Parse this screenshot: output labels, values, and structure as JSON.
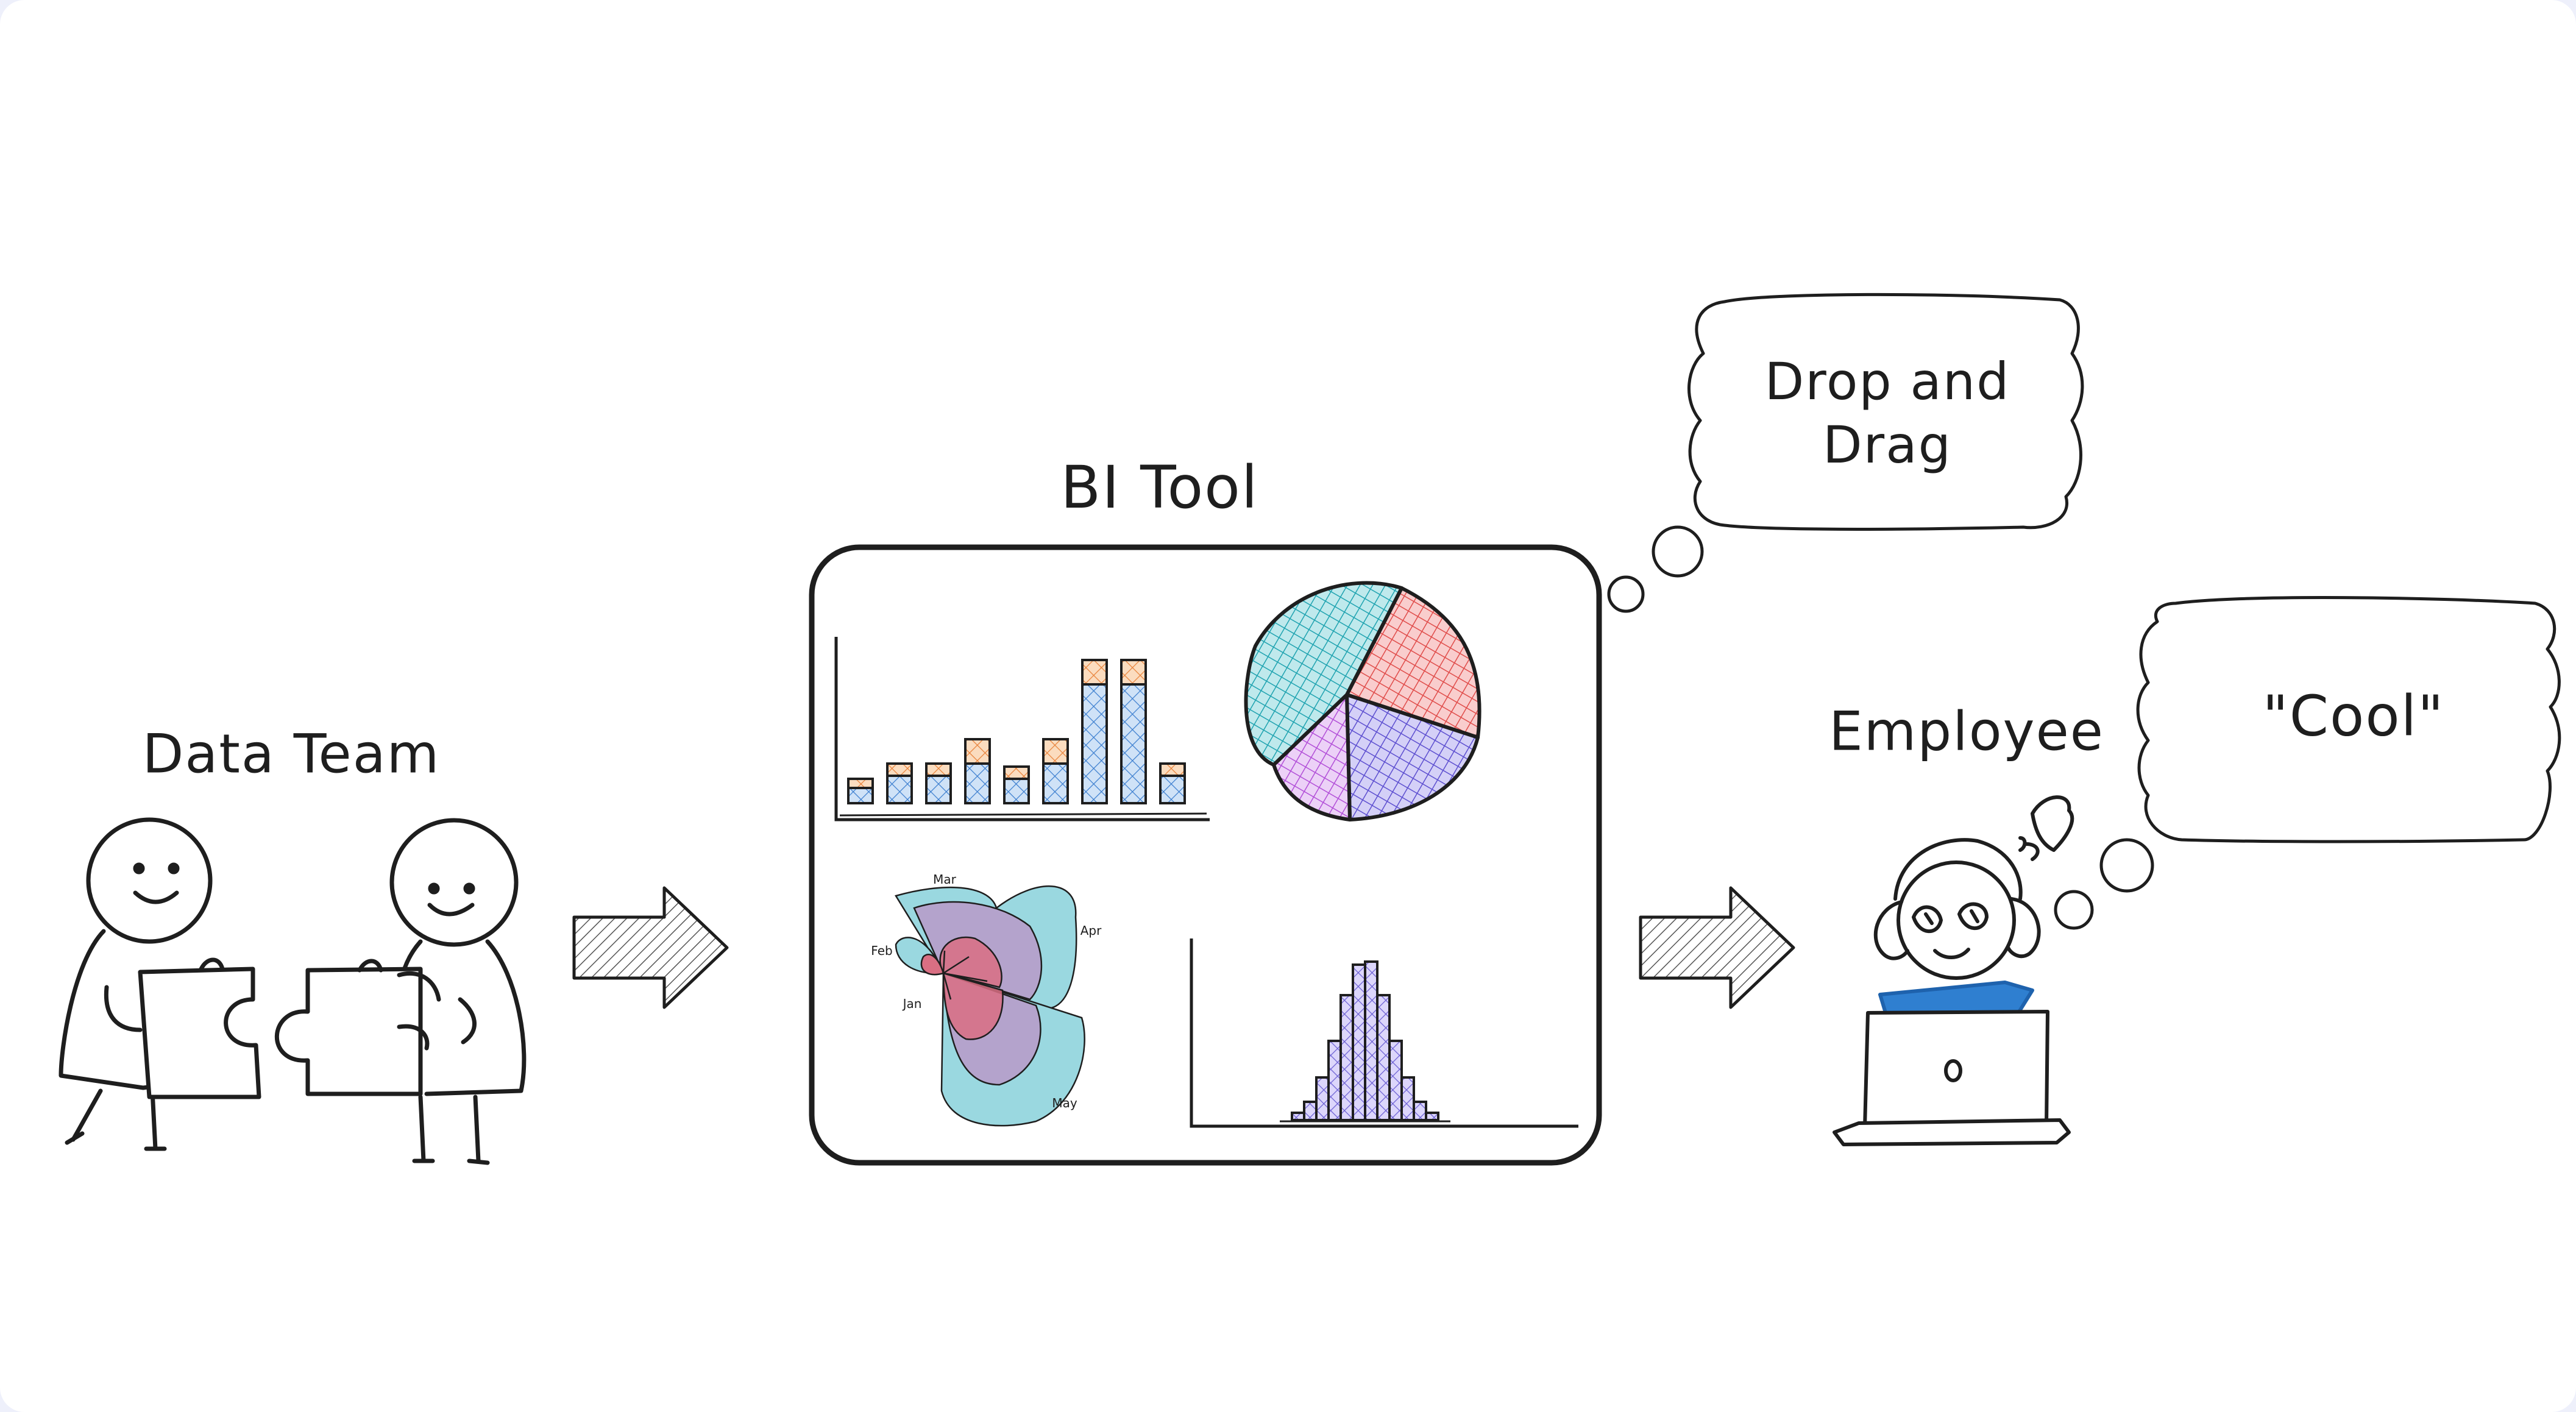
{
  "diagram": {
    "nodes": {
      "data_team": {
        "label": "Data Team"
      },
      "bi_tool": {
        "label": "BI Tool"
      },
      "employee": {
        "label": "Employee"
      }
    },
    "thoughts": {
      "bi_tool": "Drop and\nDrag",
      "employee": "\"Cool\""
    },
    "edges": [
      {
        "from": "data_team",
        "to": "bi_tool"
      },
      {
        "from": "bi_tool",
        "to": "employee"
      }
    ]
  },
  "mini_charts": {
    "radial_labels": [
      "Mar",
      "Feb",
      "Jan",
      "Apr",
      "May"
    ]
  },
  "colors": {
    "ink": "#1e1e1e",
    "blue_fill": "#4a90d9",
    "orange_fill": "#f08c3a",
    "teal_fill": "#2bb1bd",
    "red_fill": "#e0514f",
    "purple_fill": "#6c5fd6",
    "magenta_fill": "#b35ad8",
    "laptop_cloth": "#1971c2",
    "background": "#ffffff"
  },
  "icons": [
    "people-holding-puzzle-icon",
    "block-arrow-right-icon",
    "employee-at-laptop-icon",
    "thought-bubble-icon"
  ]
}
